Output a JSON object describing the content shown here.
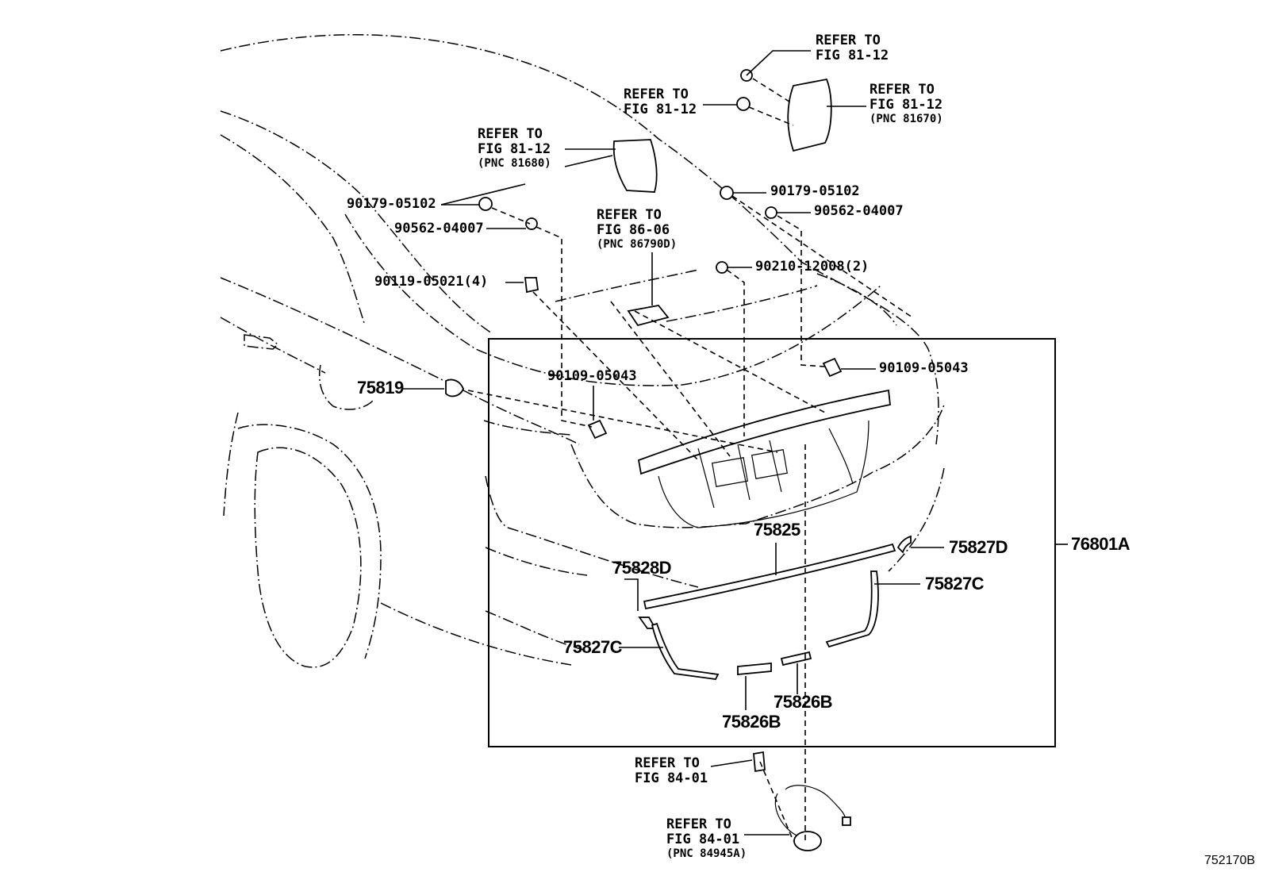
{
  "diagram": {
    "figure_code": "752170B",
    "group_label": "76801A",
    "refs": [
      {
        "id": "ref_top",
        "line1": "REFER TO",
        "line2": "FIG 81-12",
        "pnc": ""
      },
      {
        "id": "ref_mid",
        "line1": "REFER TO",
        "line2": "FIG 81-12",
        "pnc": ""
      },
      {
        "id": "ref_right",
        "line1": "REFER TO",
        "line2": "FIG 81-12",
        "pnc": "(PNC 81670)"
      },
      {
        "id": "ref_left",
        "line1": "REFER TO",
        "line2": "FIG 81-12",
        "pnc": "(PNC 81680)"
      },
      {
        "id": "ref_center",
        "line1": "REFER TO",
        "line2": "FIG 86-06",
        "pnc": "(PNC 86790D)"
      },
      {
        "id": "ref_bottom1",
        "line1": "REFER TO",
        "line2": "FIG 84-01",
        "pnc": ""
      },
      {
        "id": "ref_bottom2",
        "line1": "REFER TO",
        "line2": "FIG 84-01",
        "pnc": "(PNC 84945A)"
      }
    ],
    "part_numbers": {
      "p90179_left": "90179-05102",
      "p90562_left": "90562-04007",
      "p90119": "90119-05021(4)",
      "p90179_right": "90179-05102",
      "p90562_right": "90562-04007",
      "p90210": "90210-12008(2)",
      "p90109_right": "90109-05043",
      "p90109_left": "90109-05043",
      "p75819": "75819",
      "p75825": "75825",
      "p75827D": "75827D",
      "p75828D": "75828D",
      "p75827C_right": "75827C",
      "p75827C_left": "75827C",
      "p75826B_right": "75826B",
      "p75826B_left": "75826B"
    }
  }
}
